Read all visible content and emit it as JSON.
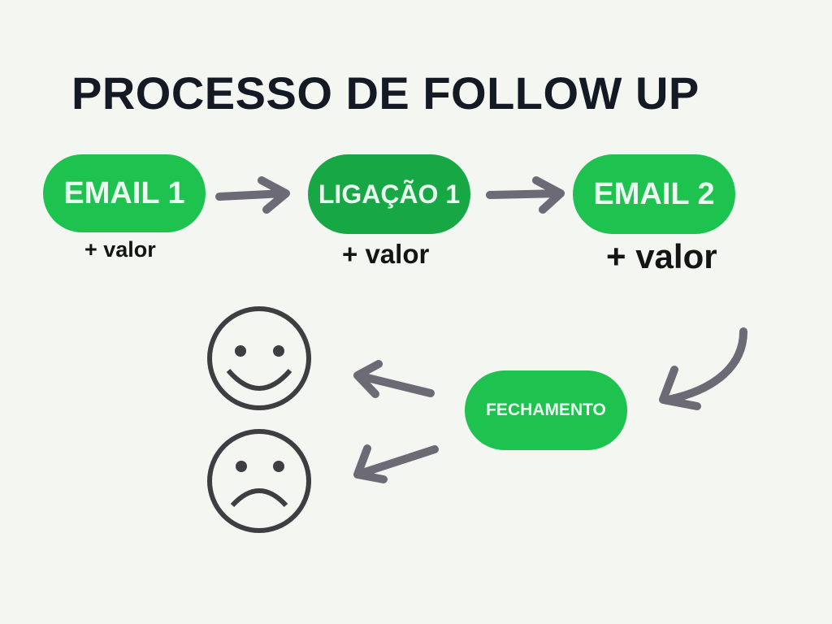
{
  "title": "PROCESSO DE FOLLOW UP",
  "steps": [
    {
      "label": "EMAIL 1",
      "note": "+ valor"
    },
    {
      "label": "LIGAÇÃO 1",
      "note": "+ valor"
    },
    {
      "label": "EMAIL 2",
      "note": "+ valor"
    }
  ],
  "closing": {
    "label": "FECHAMENTO"
  },
  "outcomes": [
    "happy-face-icon",
    "sad-face-icon"
  ],
  "colors": {
    "green": "#1ec24f",
    "dark_green": "#17a845",
    "arrow": "#6b6a75",
    "face": "#3d3d42",
    "background": "#f4f6f2"
  }
}
